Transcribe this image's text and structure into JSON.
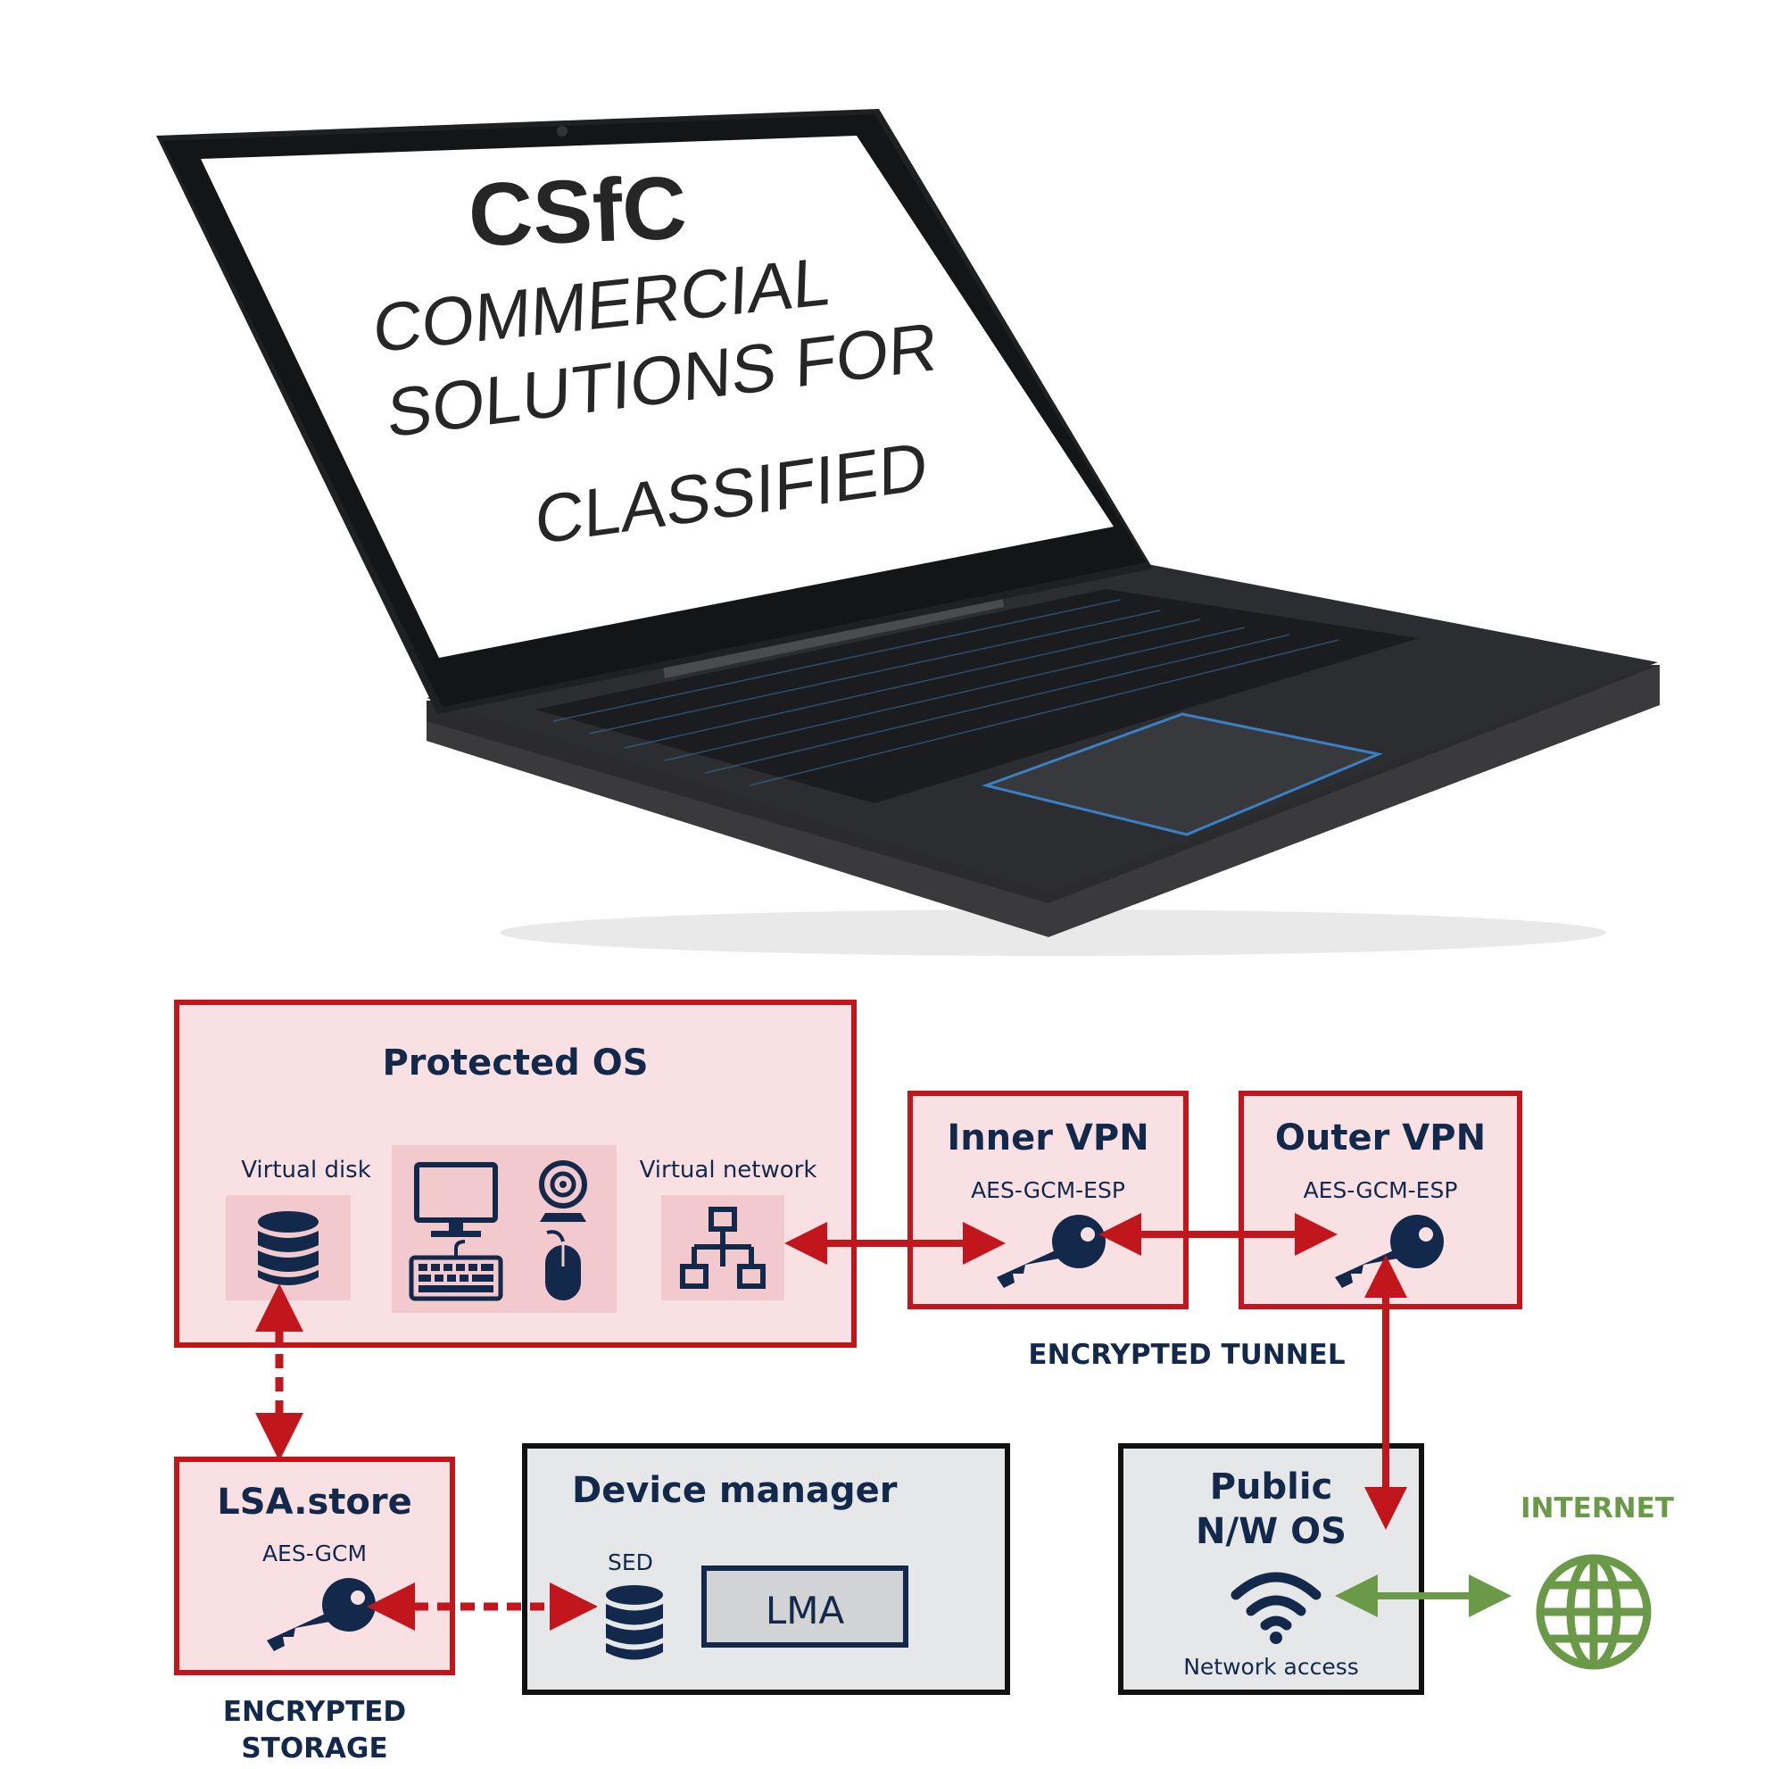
{
  "laptop": {
    "screen_title": "CSfC",
    "screen_lines": [
      "COMMERCIAL",
      "SOLUTIONS FOR",
      "CLASSIFIED"
    ]
  },
  "protected_os": {
    "title": "Protected OS",
    "virtual_disk_label": "Virtual disk",
    "virtual_network_label": "Virtual network"
  },
  "inner_vpn": {
    "title": "Inner VPN",
    "cipher": "AES-GCM-ESP"
  },
  "outer_vpn": {
    "title": "Outer VPN",
    "cipher": "AES-GCM-ESP"
  },
  "tunnel_label": "ENCRYPTED TUNNEL",
  "lsa_store": {
    "title": "LSA.store",
    "cipher": "AES-GCM"
  },
  "storage_label": [
    "ENCRYPTED",
    "STORAGE"
  ],
  "device_manager": {
    "title": "Device manager",
    "sed_label": "SED",
    "lma_label": "LMA"
  },
  "public_os": {
    "title_lines": [
      "Public",
      "N/W OS"
    ],
    "network_label": "Network access"
  },
  "internet_label": "INTERNET",
  "colors": {
    "red": "#c0161c",
    "navy": "#13294b",
    "green": "#6a9a48",
    "pink": "#f9e1e3",
    "grey": "#e6e7e8"
  }
}
